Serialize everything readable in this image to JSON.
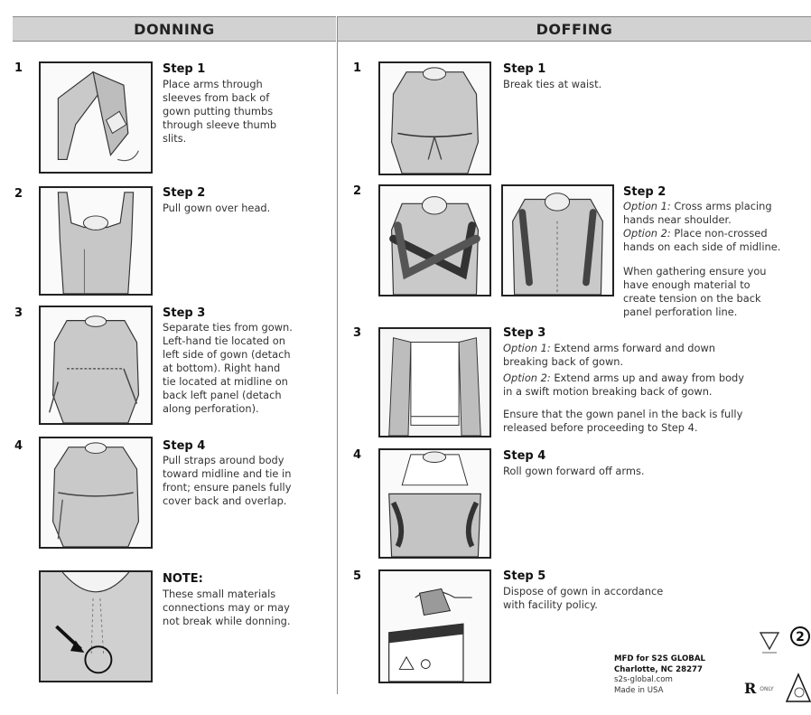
{
  "headers": {
    "donning": "DONNING",
    "doffing": "DOFFING"
  },
  "donning": {
    "steps": [
      {
        "num": "1",
        "title": "Step 1",
        "text": "Place arms through\nsleeves from back of\ngown putting thumbs\nthrough sleeve thumb\nslits."
      },
      {
        "num": "2",
        "title": "Step 2",
        "text": "Pull gown over head."
      },
      {
        "num": "3",
        "title": "Step 3",
        "text": "Separate ties from gown.\nLeft-hand tie located on\nleft side of gown (detach\nat bottom). Right hand\ntie located at midline on\nback left panel (detach\nalong perforation)."
      },
      {
        "num": "4",
        "title": "Step 4",
        "text": "Pull straps around body\ntoward midline and tie in\nfront; ensure panels fully\ncover back and overlap."
      }
    ],
    "note": {
      "title": "NOTE:",
      "text": "These small materials\nconnections may or may\nnot break while donning."
    }
  },
  "doffing": {
    "step1": {
      "num": "1",
      "title": "Step 1",
      "text": "Break ties at waist."
    },
    "step2": {
      "num": "2",
      "title": "Step 2",
      "opt1_label": "Option 1:",
      "opt1_text": " Cross arms placing\nhands near shoulder.",
      "opt2_label": "Option 2:",
      "opt2_text": " Place non-crossed\nhands on each side of midline.",
      "extra": "When gathering ensure you\nhave enough material to\ncreate tension on the back\npanel perforation line."
    },
    "step3": {
      "num": "3",
      "title": "Step 3",
      "opt1_label": "Option 1:",
      "opt1_text": " Extend arms forward and down\nbreaking back of gown.",
      "opt2_label": "Option 2:",
      "opt2_text": " Extend arms up and away from body\nin a swift motion breaking back of gown.",
      "extra": "Ensure that the gown panel in the back is fully\nreleased before proceeding to Step 4."
    },
    "step4": {
      "num": "4",
      "title": "Step 4",
      "text": "Roll gown forward off arms."
    },
    "step5": {
      "num": "5",
      "title": "Step 5",
      "text": "Dispose of gown in accordance\nwith facility policy."
    }
  },
  "manufacturer": {
    "line1": "MFD for S2S GLOBAL",
    "line2": "Charlotte, NC 28277",
    "line3": "s2s-global.com",
    "line4": "Made in USA"
  },
  "symbols": {
    "single_use": "2",
    "rx": "R",
    "rx_only": "ONLY"
  }
}
